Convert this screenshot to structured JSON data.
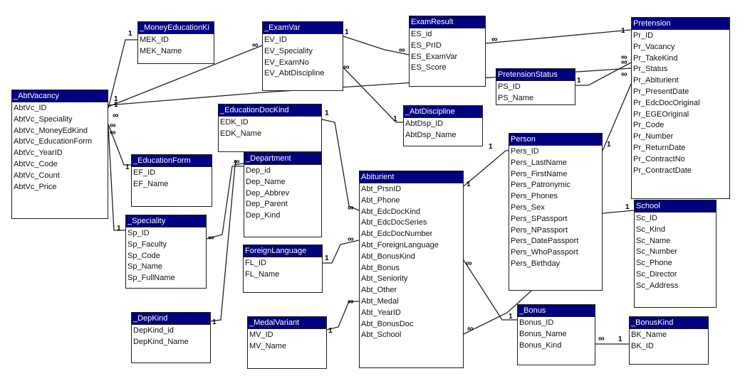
{
  "tables": [
    {
      "id": "abtvacancy",
      "name": "_AbtVacancy",
      "fields": [
        "AbtVc_ID",
        "AbtVc_Speciality",
        "AbtVc_MoneyEdKind",
        "AbtVc_EducationForm",
        "AbtVc_YearID",
        "AbtVc_Code",
        "AbtVc_Count",
        "AbtVc_Price"
      ]
    },
    {
      "id": "moneyeducationki",
      "name": "_MoneyEducationKi",
      "fields": [
        "MEK_ID",
        "MEK_Name"
      ]
    },
    {
      "id": "examvar",
      "name": "_ExamVar",
      "fields": [
        "EV_ID",
        "EV_Speciality",
        "EV_ExamNo",
        "EV_AbtDiscipline"
      ]
    },
    {
      "id": "examresult",
      "name": "ExamResult",
      "fields": [
        "ES_id",
        "ES_PrID",
        "ES_ExamVar",
        "ES_Score"
      ]
    },
    {
      "id": "pretension",
      "name": "Pretension",
      "fields": [
        "Pr_ID",
        "Pr_Vacancy",
        "Pr_TakeKind",
        "Pr_Status",
        "Pr_Abiturient",
        "Pr_PresentDate",
        "Pr_EdcDocOriginal",
        "Pr_EGEOriginal",
        "Pr_Code",
        "Pr_Number",
        "Pr_ReturnDate",
        "Pr_ContractNo",
        "Pr_ContractDate"
      ]
    },
    {
      "id": "pretensionstatus",
      "name": "PretensionStatus",
      "fields": [
        "PS_ID",
        "PS_Name"
      ]
    },
    {
      "id": "abtdiscipline",
      "name": "_AbtDiscipline",
      "fields": [
        "AbtDsp_ID",
        "AbtDsp_Name"
      ]
    },
    {
      "id": "educationdockind",
      "name": "_EducationDocKind",
      "fields": [
        "EDK_ID",
        "EDK_Name"
      ]
    },
    {
      "id": "educationform",
      "name": "_EducationForm",
      "fields": [
        "EF_ID",
        "EF_Name"
      ]
    },
    {
      "id": "department",
      "name": "_Department",
      "fields": [
        "Dep_id",
        "Dep_Name",
        "Dep_Abbrev",
        "Dep_Parent",
        "Dep_Kind"
      ]
    },
    {
      "id": "speciality",
      "name": "_Speciality",
      "fields": [
        "Sp_ID",
        "Sp_Faculty",
        "Sp_Code",
        "Sp_Name",
        "Sp_FullName"
      ]
    },
    {
      "id": "foreignlanguage",
      "name": "ForeignLanguage",
      "fields": [
        "FL_ID",
        "FL_Name"
      ]
    },
    {
      "id": "abiturient",
      "name": "Abiturient",
      "fields": [
        "Abt_PrsnID",
        "Abt_Phone",
        "Abt_EdcDocKind",
        "Abt_EdcDocSeries",
        "Abt_EdcDocNumber",
        "Abt_ForeignLanguage",
        "Abt_BonusKind",
        "Abt_Bonus",
        "Abt_Seniority",
        "Abt_Other",
        "Abt_Medal",
        "Abt_YearID",
        "Abt_BonusDoc",
        "Abt_School"
      ]
    },
    {
      "id": "person",
      "name": "Person",
      "fields": [
        "Pers_ID",
        "Pers_LastName",
        "Pers_FirstName",
        "Pers_Patronymic",
        "Pers_Phones",
        "Pers_Sex",
        "Pers_SPassport",
        "Pers_NPassport",
        "Pers_DatePassport",
        "Pers_WhoPassport",
        "Pers_Birthday"
      ]
    },
    {
      "id": "school",
      "name": "School",
      "fields": [
        "Sc_ID",
        "Sc_Kind",
        "Sc_Name",
        "Sc_Number",
        "Sc_Phone",
        "Sc_Director",
        "Sc_Address"
      ]
    },
    {
      "id": "depkind",
      "name": "_DepKind",
      "fields": [
        "DepKind_id",
        "DepKind_Name"
      ]
    },
    {
      "id": "medalvariant",
      "name": "_MedalVariant",
      "fields": [
        "MV_ID",
        "MV_Name"
      ]
    },
    {
      "id": "bonus",
      "name": "_Bonus",
      "fields": [
        "Bonus_ID",
        "Bonus_Name",
        "Bonus_Kind"
      ]
    },
    {
      "id": "bonuskind",
      "name": "_BonusKind",
      "fields": [
        "BK_Name",
        "BK_ID"
      ]
    }
  ],
  "relationships": [
    {
      "from": "abtvacancy",
      "to": "moneyeducationki",
      "from_card": "∞",
      "to_card": "1"
    },
    {
      "from": "abtvacancy",
      "to": "examvar",
      "from_card": "1",
      "to_card": "∞"
    },
    {
      "from": "abtvacancy",
      "to": "pretension",
      "from_card": "1",
      "to_card": "∞"
    },
    {
      "from": "abtvacancy",
      "to": "educationform",
      "from_card": "∞",
      "to_card": "1"
    },
    {
      "from": "abtvacancy",
      "to": "speciality",
      "from_card": "∞",
      "to_card": "1"
    },
    {
      "from": "examvar",
      "to": "examresult",
      "from_card": "1",
      "to_card": "∞"
    },
    {
      "from": "examvar",
      "to": "abtdiscipline",
      "from_card": "∞",
      "to_card": "1"
    },
    {
      "from": "examresult",
      "to": "pretension",
      "from_card": "∞",
      "to_card": "1"
    },
    {
      "from": "pretensionstatus",
      "to": "pretension",
      "from_card": "1",
      "to_card": "∞"
    },
    {
      "from": "person",
      "to": "pretension",
      "from_card": "1",
      "to_card": "∞"
    },
    {
      "from": "abiturient",
      "to": "person",
      "from_card": "1",
      "to_card": "1"
    },
    {
      "from": "educationdockind",
      "to": "abiturient",
      "from_card": "1",
      "to_card": "∞"
    },
    {
      "from": "department",
      "to": "speciality",
      "from_card": "1",
      "to_card": "∞"
    },
    {
      "from": "depkind",
      "to": "department",
      "from_card": "1",
      "to_card": "∞"
    },
    {
      "from": "foreignlanguage",
      "to": "abiturient",
      "from_card": "1",
      "to_card": "∞"
    },
    {
      "from": "medalvariant",
      "to": "abiturient",
      "from_card": "1",
      "to_card": "∞"
    },
    {
      "from": "abiturient",
      "to": "bonus",
      "from_card": "∞",
      "to_card": "1"
    },
    {
      "from": "abiturient",
      "to": "school",
      "from_card": "∞",
      "to_card": "1"
    },
    {
      "from": "bonus",
      "to": "bonuskind",
      "from_card": "∞",
      "to_card": "1"
    }
  ]
}
